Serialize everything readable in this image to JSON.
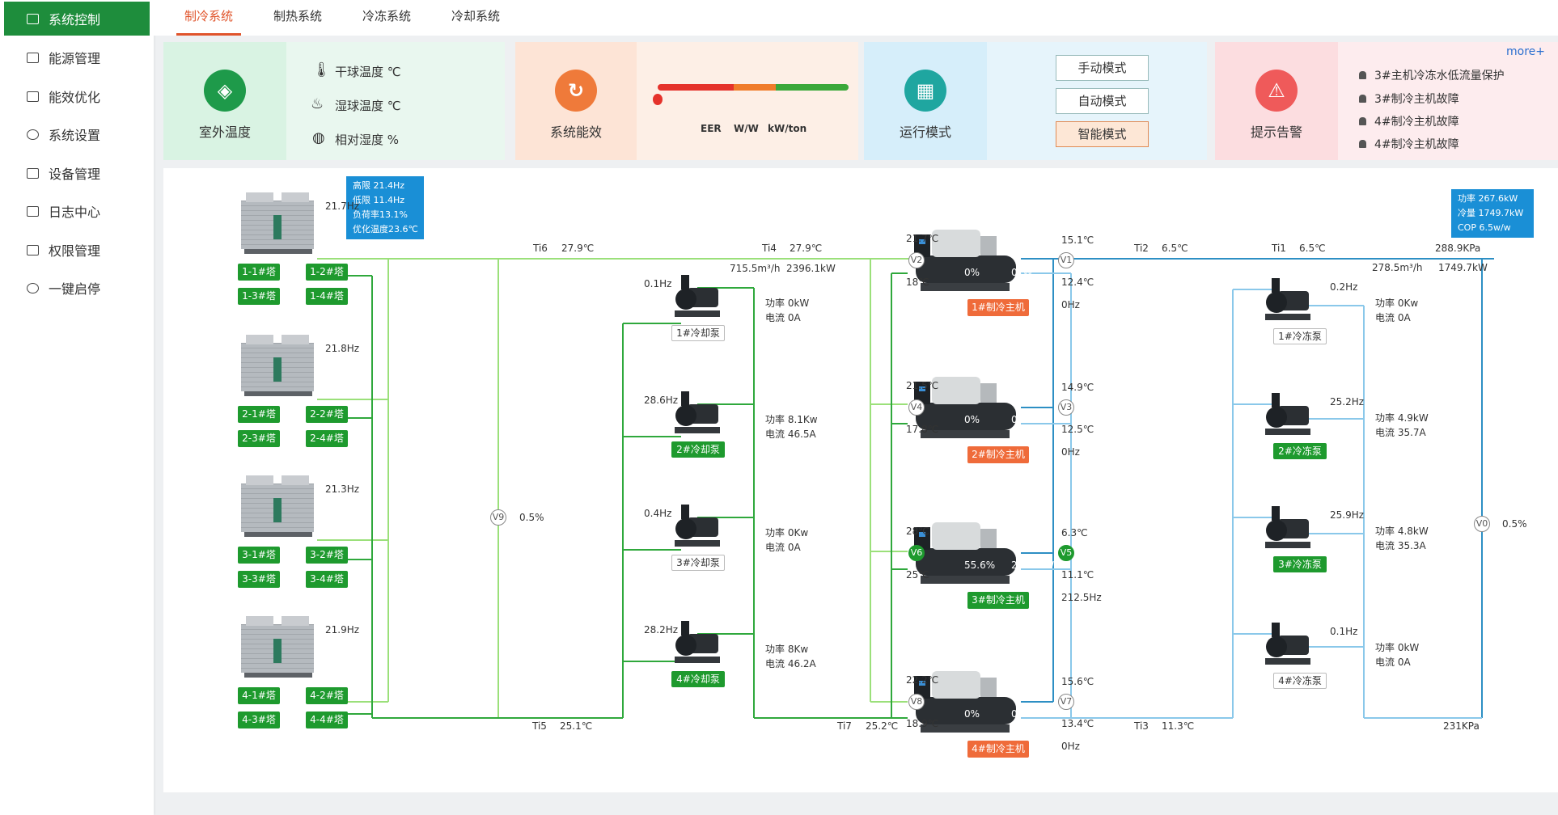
{
  "sidebar": {
    "items": [
      {
        "label": "系统控制",
        "icon": "monitor-icon",
        "active": true
      },
      {
        "label": "能源管理",
        "icon": "wallet-icon"
      },
      {
        "label": "能效优化",
        "icon": "document-icon"
      },
      {
        "label": "系统设置",
        "icon": "gear-icon"
      },
      {
        "label": "设备管理",
        "icon": "hierarchy-icon"
      },
      {
        "label": "日志中心",
        "icon": "log-icon"
      },
      {
        "label": "权限管理",
        "icon": "user-key-icon"
      },
      {
        "label": "一键启停",
        "icon": "power-icon"
      }
    ]
  },
  "tabs": [
    {
      "label": "制冷系统",
      "active": true
    },
    {
      "label": "制热系统"
    },
    {
      "label": "冷冻系统"
    },
    {
      "label": "冷却系统"
    }
  ],
  "outdoor": {
    "title": "室外温度",
    "dry_bulb": "干球温度 ℃",
    "wet_bulb": "湿球温度 ℃",
    "humidity": "相对湿度 %"
  },
  "efficiency": {
    "title": "系统能效",
    "units": [
      "EER",
      "W/W",
      "kW/ton"
    ]
  },
  "mode": {
    "title": "运行模式",
    "buttons": [
      "手动模式",
      "自动模式",
      "智能模式"
    ],
    "selected": "智能模式"
  },
  "alarm": {
    "title": "提示告警",
    "more": "more+",
    "items": [
      "3#主机冷冻水低流量保护",
      "3#制冷主机故障",
      "4#制冷主机故障",
      "4#制冷主机故障"
    ]
  },
  "colors": {
    "green": "#1e9a2e",
    "orange": "#ef6b3a",
    "blue": "#1a8fd6",
    "active_tab": "#e0542b"
  },
  "diagram": {
    "tower_info": [
      "高限  21.4Hz",
      "低限  11.4Hz",
      "负荷率13.1%",
      "优化温度23.6℃"
    ],
    "plant_info": [
      "功率  267.6kW",
      "冷量  1749.7kW",
      "COP  6.5w/w"
    ],
    "towers": [
      {
        "freq": "21.7Hz",
        "cells": [
          "1-1#塔",
          "1-2#塔",
          "1-3#塔",
          "1-4#塔"
        ]
      },
      {
        "freq": "21.8Hz",
        "cells": [
          "2-1#塔",
          "2-2#塔",
          "2-3#塔",
          "2-4#塔"
        ]
      },
      {
        "freq": "21.3Hz",
        "cells": [
          "3-1#塔",
          "3-2#塔",
          "3-3#塔",
          "3-4#塔"
        ]
      },
      {
        "freq": "21.9Hz",
        "cells": [
          "4-1#塔",
          "4-2#塔",
          "4-3#塔",
          "4-4#塔"
        ]
      }
    ],
    "cooling_pumps": [
      {
        "name": "1#冷却泵",
        "freq": "0.1Hz",
        "power": "功率  0kW",
        "current": "电流  0A",
        "on": false
      },
      {
        "name": "2#冷却泵",
        "freq": "28.6Hz",
        "power": "功率  8.1Kw",
        "current": "电流  46.5A",
        "on": true
      },
      {
        "name": "3#冷却泵",
        "freq": "0.4Hz",
        "power": "功率  0Kw",
        "current": "电流  0A",
        "on": false
      },
      {
        "name": "4#冷却泵",
        "freq": "28.2Hz",
        "power": "功率  8Kw",
        "current": "电流  46.2A",
        "on": true
      }
    ],
    "chillers": [
      {
        "name": "1#制冷主机",
        "load": "0%",
        "power": "0kW",
        "t_in": "21.7℃",
        "t_out": "18℃",
        "t_e1": "15.1℃",
        "t_e2": "12.4℃",
        "freq": "0Hz",
        "valve_l": "V2",
        "valve_r": "V1",
        "on": false
      },
      {
        "name": "2#制冷主机",
        "load": "0%",
        "power": "0kW",
        "t_in": "21.5℃",
        "t_out": "17.8℃",
        "t_e1": "14.9℃",
        "t_e2": "12.5℃",
        "freq": "0Hz",
        "valve_l": "V4",
        "valve_r": "V3",
        "on": false
      },
      {
        "name": "3#制冷主机",
        "load": "55.6%",
        "power": "218.9kW",
        "t_in": "28℃",
        "t_out": "25℃",
        "t_e1": "6.3℃",
        "t_e2": "11.1℃",
        "freq": "212.5Hz",
        "valve_l": "V6",
        "valve_r": "V5",
        "on": true
      },
      {
        "name": "4#制冷主机",
        "load": "0%",
        "power": "0Kw",
        "t_in": "22.2℃",
        "t_out": "18.9℃",
        "t_e1": "15.6℃",
        "t_e2": "13.4℃",
        "freq": "0Hz",
        "valve_l": "V8",
        "valve_r": "V7",
        "on": false
      }
    ],
    "chilled_pumps": [
      {
        "name": "1#冷冻泵",
        "freq": "0.2Hz",
        "power": "功率  0Kw",
        "current": "电流  0A",
        "on": false
      },
      {
        "name": "2#冷冻泵",
        "freq": "25.2Hz",
        "power": "功率  4.9kW",
        "current": "电流  35.7A",
        "on": true
      },
      {
        "name": "3#冷冻泵",
        "freq": "25.9Hz",
        "power": "功率  4.8kW",
        "current": "电流  35.3A",
        "on": true
      },
      {
        "name": "4#冷冻泵",
        "freq": "0.1Hz",
        "power": "功率  0kW",
        "current": "电流  0A",
        "on": false
      }
    ],
    "sensors": {
      "ti6": "Ti6",
      "ti6_v": "27.9℃",
      "ti4": "Ti4",
      "ti4_v": "27.9℃",
      "ti5": "Ti5",
      "ti5_v": "25.1℃",
      "ti7": "Ti7",
      "ti7_v": "25.2℃",
      "ti2": "Ti2",
      "ti2_v": "6.5℃",
      "ti1": "Ti1",
      "ti1_v": "6.5℃",
      "ti3": "Ti3",
      "ti3_v": "11.3℃",
      "cw_flow": "715.5m³/h",
      "cw_power": "2396.1kW",
      "chw_flow": "278.5m³/h",
      "chw_power": "1749.7kW",
      "press_hi": "288.9KPa",
      "press_lo": "231KPa",
      "v9": "V9",
      "v9_v": "0.5%",
      "v0": "V0",
      "v0_v": "0.5%"
    }
  }
}
